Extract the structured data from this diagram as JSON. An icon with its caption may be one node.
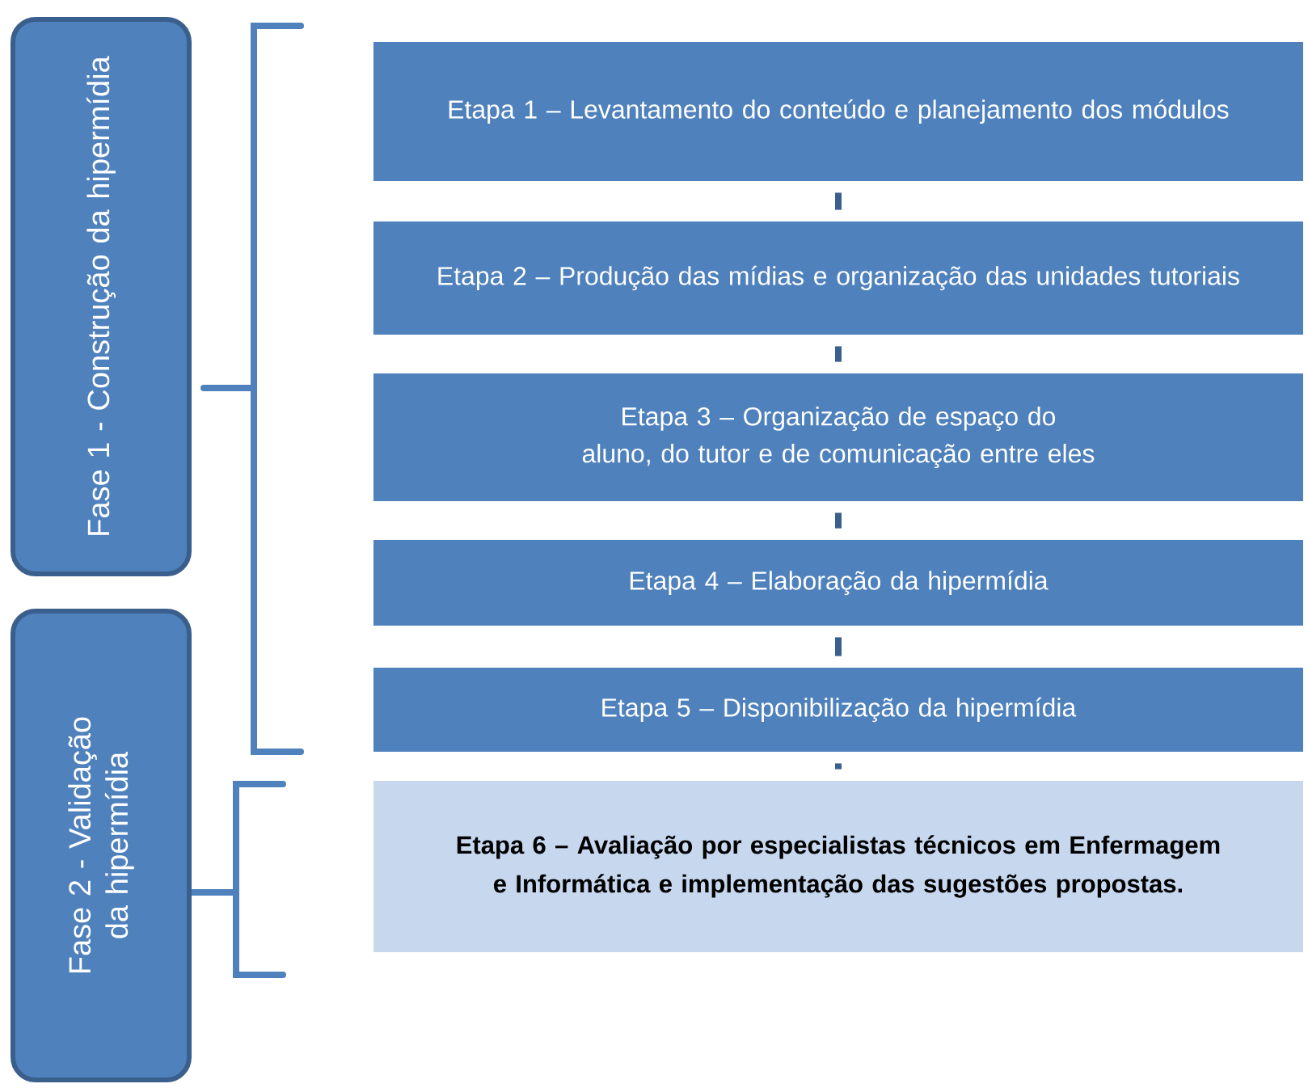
{
  "diagram": {
    "nodes": [
      {
        "text": [
          "Fase 1 - Construção da hipermídia"
        ]
      },
      {
        "text": [
          "Fase 2 - Validação da hipermídia"
        ]
      },
      {
        "text": [
          "Etapa 1 – Levantamento do conteúdo e planejamento dos módulos"
        ]
      },
      {
        "text": [
          "Etapa 2 – Produção das mídias e organização das unidades tutoriais"
        ]
      },
      {
        "text": [
          "Etapa 3 – Organização de espaço do aluno, do tutor e de comunicação entre eles"
        ]
      },
      {
        "text": [
          "Etapa 4 – Elaboração da hipermídia"
        ]
      },
      {
        "text": [
          "Etapa 5 – Disponibilização da hipermídia"
        ]
      },
      {
        "text": [
          "Etapa 6 – Avaliação por especialistas técnicos em Enfermagem e Informática e implementação das sugestões propostas."
        ]
      }
    ],
    "edges": [
      {
        "from": 2,
        "to": 3,
        "arrow": "none"
      },
      {
        "from": 3,
        "to": 4,
        "arrow": "none"
      },
      {
        "from": 4,
        "to": 5,
        "arrow": "none"
      },
      {
        "from": 5,
        "to": 6,
        "arrow": "none"
      },
      {
        "from": 6,
        "to": 7,
        "arrow": "none"
      }
    ]
  }
}
